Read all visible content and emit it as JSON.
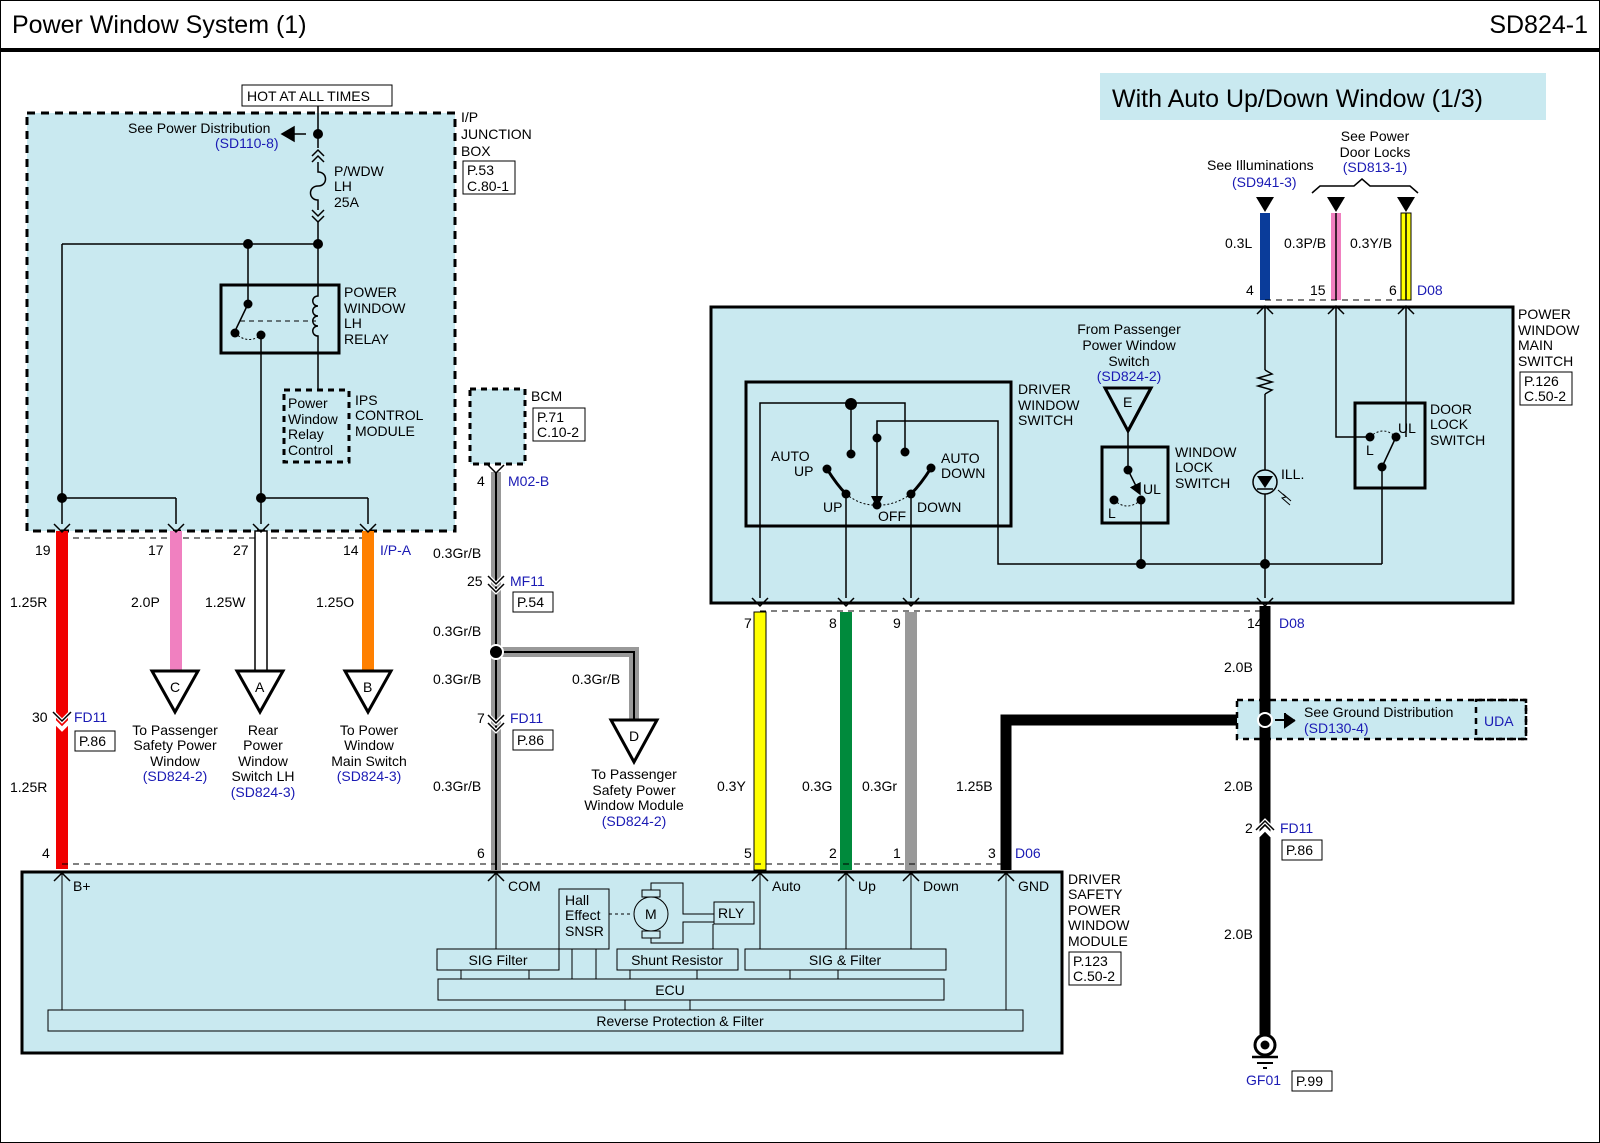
{
  "header": {
    "title": "Power Window System (1)",
    "page_code": "SD824-1"
  },
  "banner": "With Auto Up/Down Window (1/3)",
  "colors": {
    "panel": "#c9e9f0",
    "ref": "#1a1ab4",
    "red": "#f00000",
    "pink": "#f080c0",
    "orange": "#ff8000",
    "gray": "#999999",
    "yellow": "#ffff00",
    "green": "#008a3c",
    "blue": "#0a3c9a",
    "black": "#000000"
  },
  "hot_label": "HOT AT ALL TIMES",
  "ip_junction_box": {
    "name": [
      "I/P",
      "JUNCTION",
      "BOX"
    ],
    "page": "P.53",
    "conn": "C.80-1",
    "power_dist": "See Power Distribution",
    "power_dist_ref": "(SD110-8)",
    "fuse": [
      "P/WDW",
      "LH",
      "25A"
    ],
    "relay": [
      "POWER",
      "WINDOW",
      "LH",
      "RELAY"
    ],
    "ips_inner": [
      "Power",
      "Window",
      "Relay",
      "Control"
    ],
    "ips_name": [
      "IPS",
      "CONTROL",
      "MODULE"
    ],
    "connector": "I/P-A",
    "pins": [
      "19",
      "17",
      "27",
      "14"
    ]
  },
  "left_wires": [
    {
      "gauge": "1.25R",
      "pin": "19"
    },
    {
      "gauge": "2.0P",
      "pin": "17"
    },
    {
      "gauge": "1.25W",
      "pin": "27"
    },
    {
      "gauge": "1.25O",
      "pin": "14"
    }
  ],
  "offpage": {
    "C": {
      "letter": "C",
      "lines": [
        "To Passenger",
        "Safety Power",
        "Window"
      ],
      "ref": "(SD824-2)"
    },
    "A": {
      "letter": "A",
      "lines": [
        "Rear",
        "Power",
        "Window",
        "Switch LH"
      ],
      "ref": "(SD824-3)"
    },
    "B": {
      "letter": "B",
      "lines": [
        "To Power",
        "Window",
        "Main Switch"
      ],
      "ref": "(SD824-3)"
    },
    "D": {
      "letter": "D",
      "lines": [
        "To Passenger",
        "Safety Power",
        "Window Module"
      ],
      "ref": "(SD824-2)"
    },
    "E": {
      "letter": "E",
      "lines": [
        "From Passenger",
        "Power Window",
        "Switch"
      ],
      "ref": "(SD824-2)"
    }
  },
  "fd11_left": {
    "pin": "30",
    "conn": "FD11",
    "page": "P.86",
    "gauge_below": "1.25R",
    "pin_module": "4"
  },
  "bcm": {
    "name": "BCM",
    "page": "P.71",
    "conn": "C.10-2",
    "pin": "4",
    "connector": "M02-B"
  },
  "com_wire": {
    "gauge": "0.3Gr/B",
    "mf11_pin": "25",
    "mf11": "MF11",
    "mf11_page": "P.54",
    "fd11_pin": "7",
    "fd11": "FD11",
    "fd11_page": "P.86",
    "module_pin": "6"
  },
  "main_switch": {
    "name": [
      "POWER",
      "WINDOW",
      "MAIN",
      "SWITCH"
    ],
    "page": "P.126",
    "conn": "C.50-2",
    "top_connector": "D08",
    "top_pins": [
      "4",
      "15",
      "6"
    ],
    "top_gauges": [
      "0.3L",
      "0.3P/B",
      "0.3Y/B"
    ],
    "illum": "See Illuminations",
    "illum_ref": "(SD941-3)",
    "door_locks": [
      "See Power",
      "Door Locks"
    ],
    "door_locks_ref": "(SD813-1)",
    "driver_switch": [
      "DRIVER",
      "WINDOW",
      "SWITCH"
    ],
    "positions": {
      "auto_up": [
        "AUTO",
        "UP"
      ],
      "up": "UP",
      "off": "OFF",
      "down": "DOWN",
      "auto_down": [
        "AUTO",
        "DOWN"
      ]
    },
    "window_lock": [
      "WINDOW",
      "LOCK",
      "SWITCH"
    ],
    "lock_ul": "UL",
    "lock_l": "L",
    "ill": "ILL.",
    "door_lock": [
      "DOOR",
      "LOCK",
      "SWITCH"
    ],
    "bottom_pins": [
      "7",
      "8",
      "9",
      "14"
    ],
    "bottom_connector": "D08"
  },
  "mid_wires": [
    {
      "gauge": "0.3Y",
      "top_pin": "7",
      "bottom_pin": "5"
    },
    {
      "gauge": "0.3G",
      "top_pin": "8",
      "bottom_pin": "2"
    },
    {
      "gauge": "0.3Gr",
      "top_pin": "9",
      "bottom_pin": "1"
    },
    {
      "gauge": "1.25B",
      "bottom_pin": "3"
    }
  ],
  "module_connector": "D06",
  "ground": {
    "gauge": "2.0B",
    "dist": "See Ground Distribution",
    "dist_ref": "(SD130-4)",
    "splice": "UDA",
    "fd11_pin": "2",
    "fd11": "FD11",
    "fd11_page": "P.86",
    "gnd": "GF01",
    "gnd_page": "P.99"
  },
  "module": {
    "name": [
      "DRIVER",
      "SAFETY",
      "POWER",
      "WINDOW",
      "MODULE"
    ],
    "page": "P.123",
    "conn": "C.50-2",
    "terminals": [
      "B+",
      "COM",
      "Auto",
      "Up",
      "Down",
      "GND"
    ],
    "sig_filter": "SIG Filter",
    "hall": [
      "Hall",
      "Effect",
      "SNSR"
    ],
    "motor": "M",
    "rly": "RLY",
    "shunt": "Shunt Resistor",
    "sig_and_filter": "SIG & Filter",
    "ecu": "ECU",
    "reverse": "Reverse Protection & Filter"
  }
}
